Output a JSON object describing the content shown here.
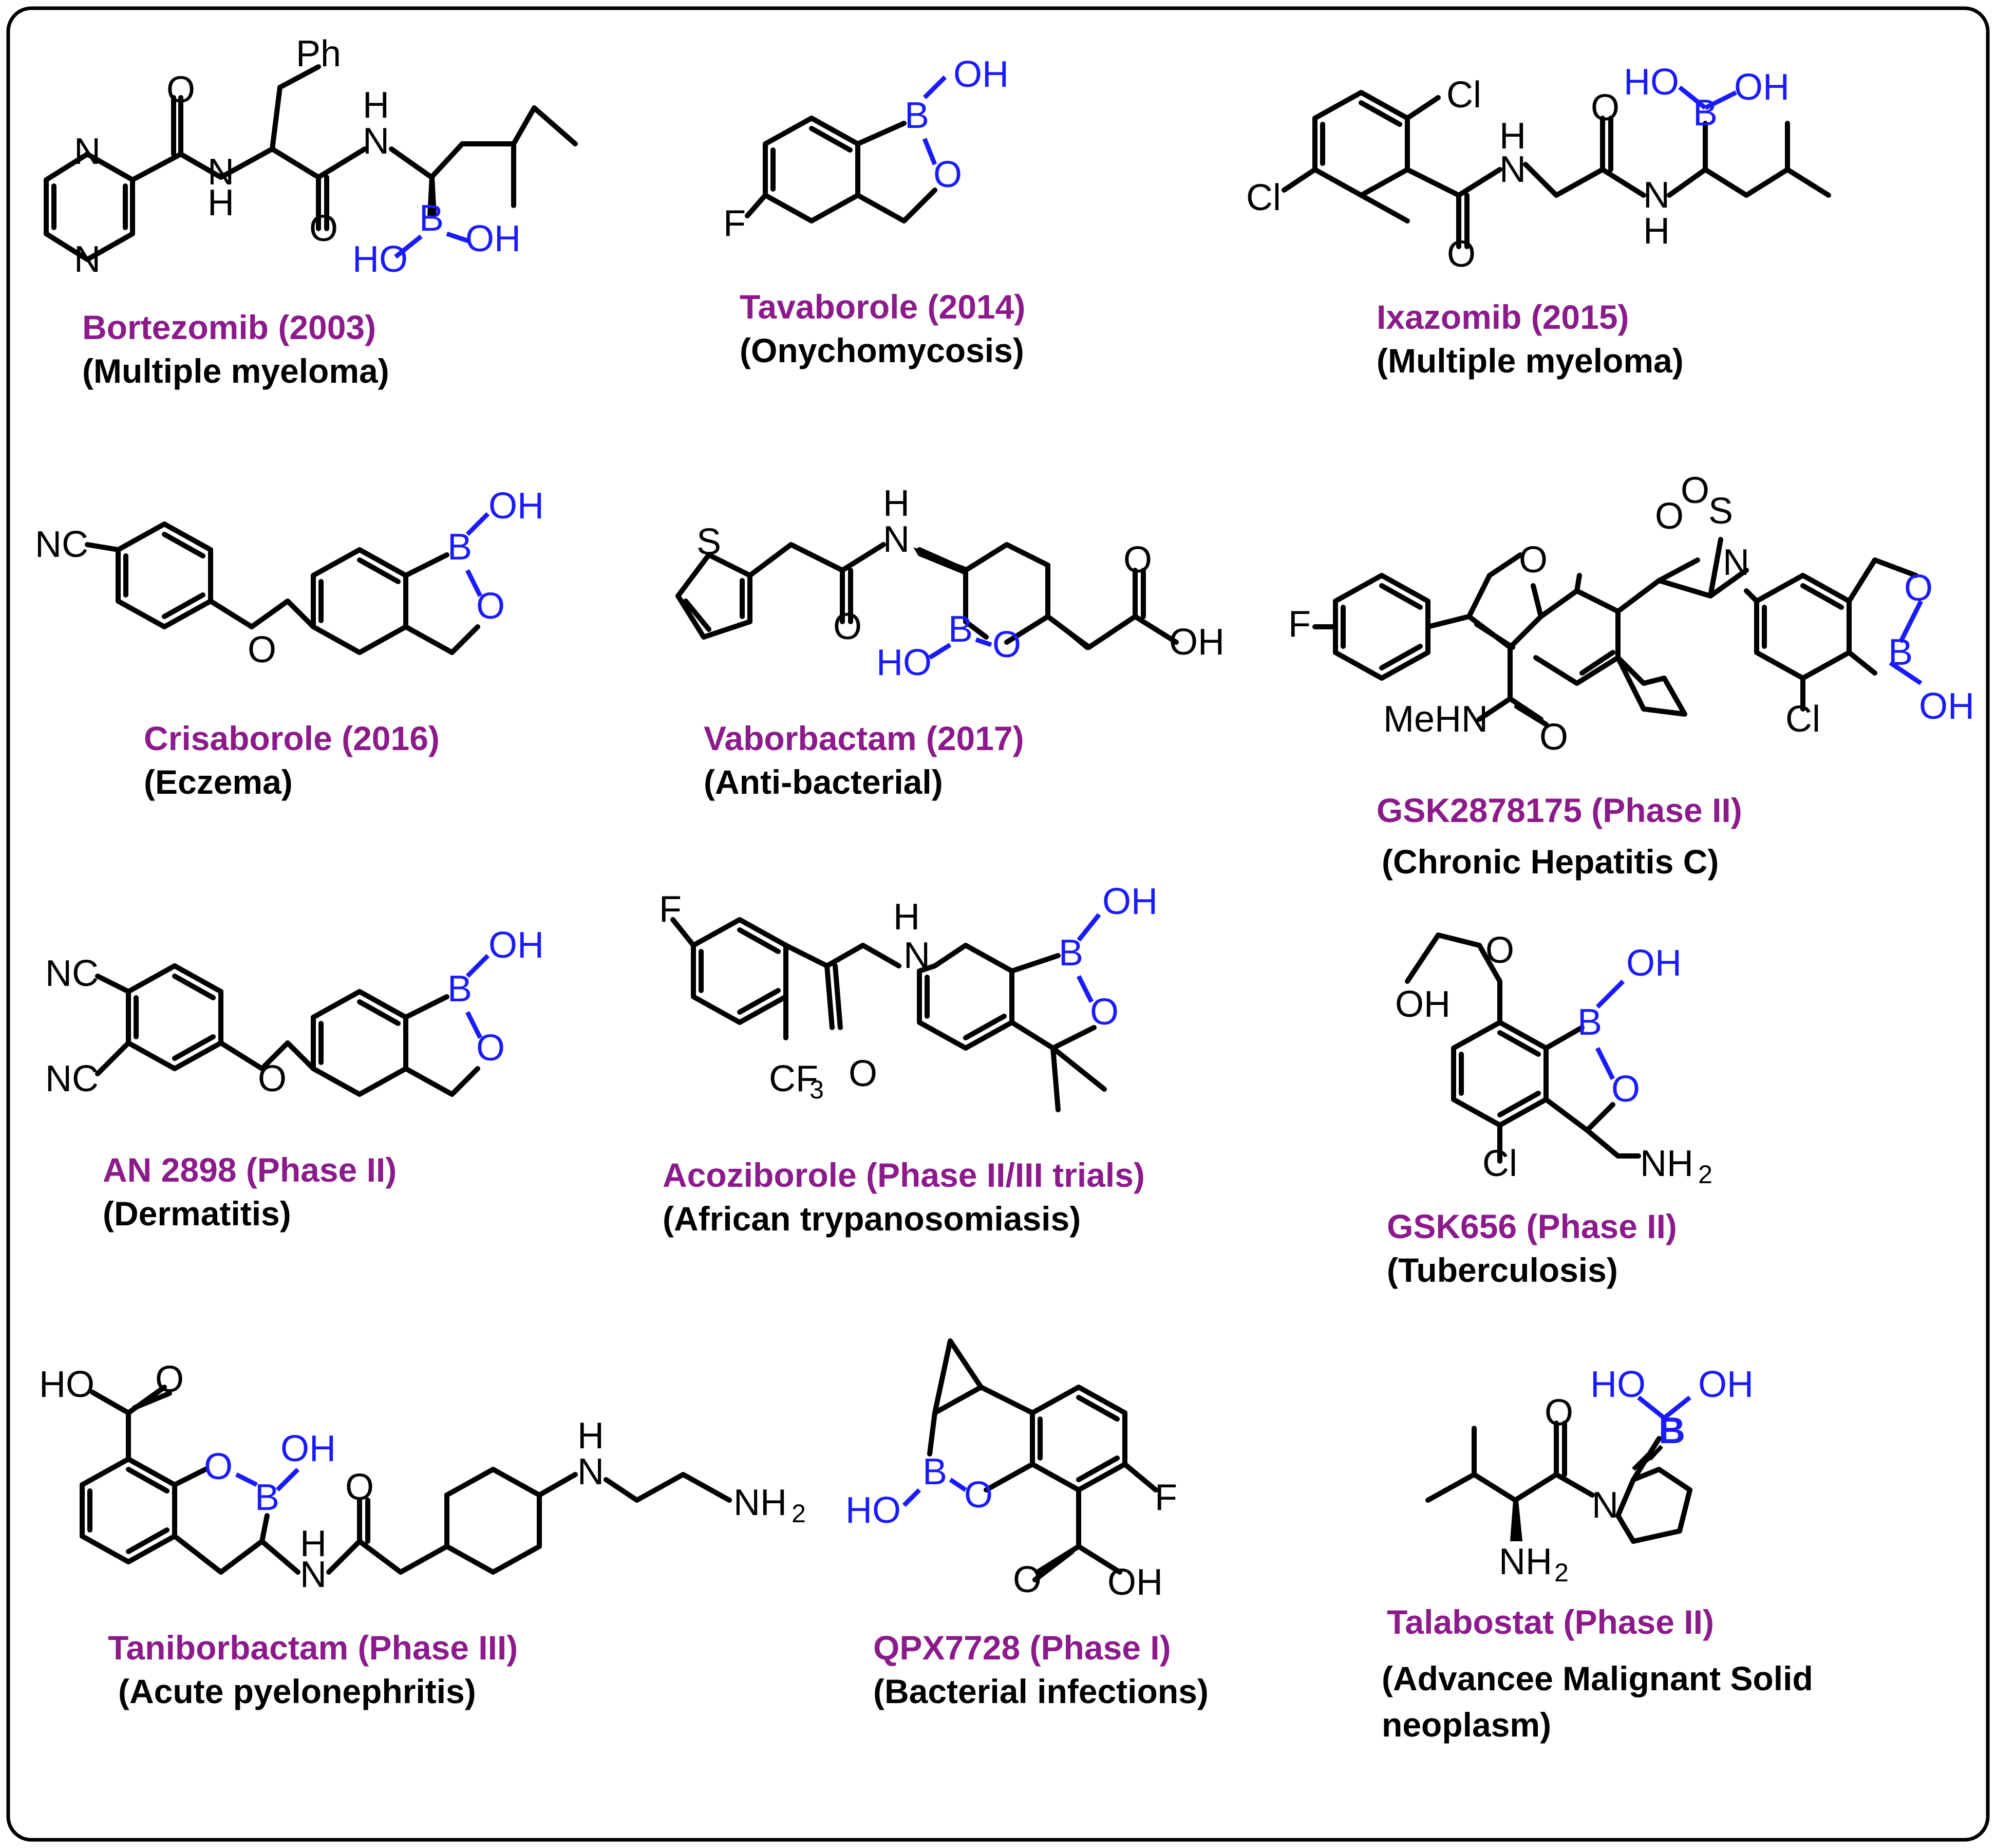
{
  "atoms": {
    "boron": "B",
    "hydroxyl": "OH",
    "hydroxyl_left": "HO",
    "oxygen": "O",
    "nitrogen": "N",
    "sulfur": "S",
    "fluorine": "F",
    "chlorine": "Cl",
    "phenyl": "Ph",
    "hydrogen": "H",
    "nitrile": "NC",
    "methylamino": "MeHN",
    "amine_NH2": "NH",
    "subscript_2": "2",
    "cf3_prefix": "CF",
    "subscript_3": "3"
  },
  "colors": {
    "boron_group": "#1a1aff",
    "drug_name": "#8b1a8b",
    "indication": "#000000",
    "border": "#000000"
  },
  "compounds": [
    {
      "name": "Bortezomib (2003)",
      "indication": "(Multiple myeloma)"
    },
    {
      "name": "Tavaborole (2014)",
      "indication": "(Onychomycosis)"
    },
    {
      "name": "Ixazomib (2015)",
      "indication": "(Multiple myeloma)"
    },
    {
      "name": "Crisaborole (2016)",
      "indication": "(Eczema)"
    },
    {
      "name": "Vaborbactam (2017)",
      "indication": "(Anti-bacterial)"
    },
    {
      "name": "GSK2878175 (Phase II)",
      "indication": "(Chronic Hepatitis C)"
    },
    {
      "name": "AN 2898 (Phase II)",
      "indication": "(Dermatitis)"
    },
    {
      "name": "Acoziborole (Phase II/III trials)",
      "indication": "(African trypanosomiasis)"
    },
    {
      "name": "GSK656 (Phase II)",
      "indication": "(Tuberculosis)"
    },
    {
      "name": "Taniborbactam (Phase III)",
      "indication": "(Acute pyelonephritis)"
    },
    {
      "name": "QPX7728 (Phase I)",
      "indication": "(Bacterial infections)"
    },
    {
      "name": "Talabostat (Phase II)",
      "indication_line1": "(Advancee Malignant Solid",
      "indication_line2": "neoplasm)"
    }
  ]
}
